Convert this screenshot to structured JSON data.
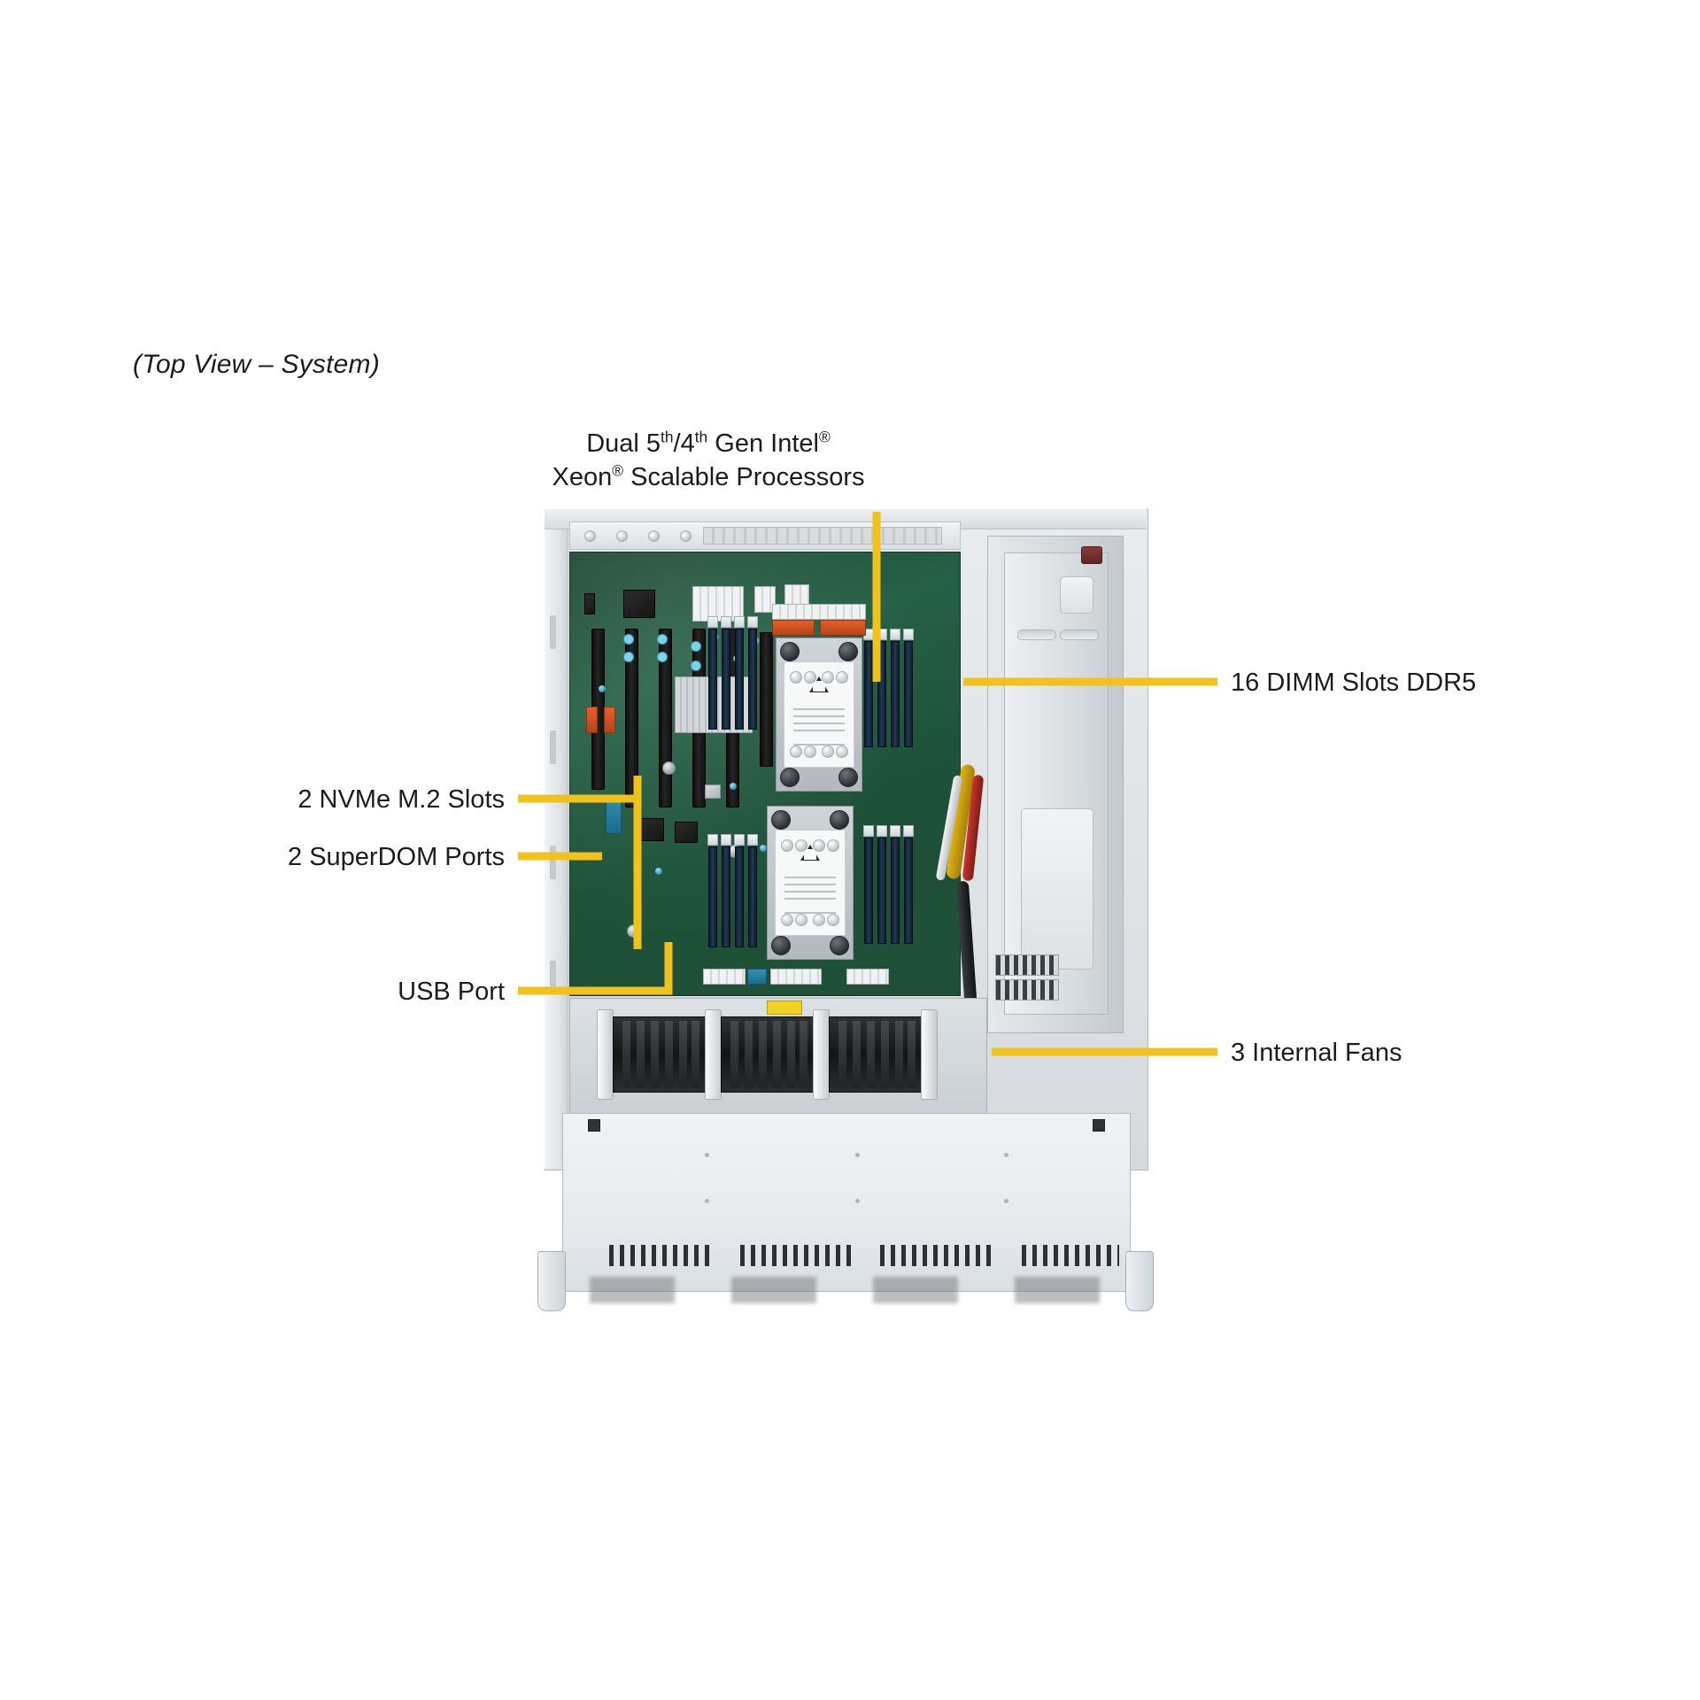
{
  "caption": "(Top View – System)",
  "callouts": {
    "processors": {
      "name": "dual-processors",
      "line1_pre": "Dual 5",
      "line1_sup1": "th",
      "line1_mid": "/4",
      "line1_sup2": "th",
      "line1_post": " Gen Intel",
      "line1_reg": "®",
      "line2_pre": "Xeon",
      "line2_reg": "®",
      "line2_post": " Scalable Processors"
    },
    "dimm_slots": "16 DIMM Slots DDR5",
    "nvme_m2": "2 NVMe M.2 Slots",
    "superdom": "2 SuperDOM Ports",
    "usb_port": "USB Port",
    "internal_fans": "3 Internal  Fans"
  },
  "colors": {
    "leader": "#F2C21C",
    "text": "#1c1c1c",
    "pcb": "#235a41",
    "chassis": "#dfe3e6",
    "background": "#ffffff"
  }
}
